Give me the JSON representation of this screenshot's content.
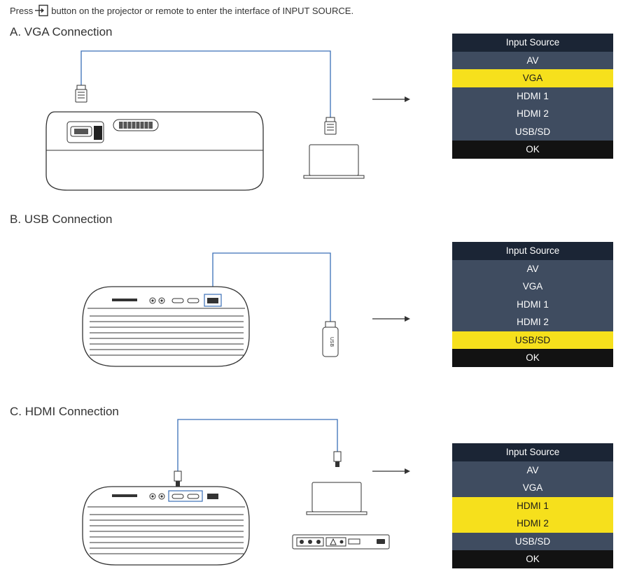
{
  "intro": {
    "before": "Press",
    "after": "button on the projector or remote to enter the interface of INPUT SOURCE.",
    "icon": "input-source-icon"
  },
  "sections": [
    {
      "heading": "A. VGA Connection"
    },
    {
      "heading": "B. USB Connection",
      "usb_label": "USB"
    },
    {
      "heading": "C. HDMI Connection"
    }
  ],
  "menus": [
    {
      "items": [
        "Input Source",
        "AV",
        "VGA",
        "HDMI 1",
        "HDMI 2",
        "USB/SD",
        "OK"
      ],
      "selected": [
        "VGA"
      ]
    },
    {
      "items": [
        "Input Source",
        "AV",
        "VGA",
        "HDMI 1",
        "HDMI 2",
        "USB/SD",
        "OK"
      ],
      "selected": [
        "USB/SD"
      ]
    },
    {
      "items": [
        "Input Source",
        "AV",
        "VGA",
        "HDMI 1",
        "HDMI 2",
        "USB/SD",
        "OK"
      ],
      "selected": [
        "HDMI 1",
        "HDMI 2"
      ]
    }
  ],
  "colors": {
    "cable": "#3a6fb6",
    "menu_title_bg": "#1b2535",
    "menu_item_bg": "#3f4c60",
    "menu_selected_bg": "#f6e01c",
    "menu_ok_bg": "#121212"
  }
}
